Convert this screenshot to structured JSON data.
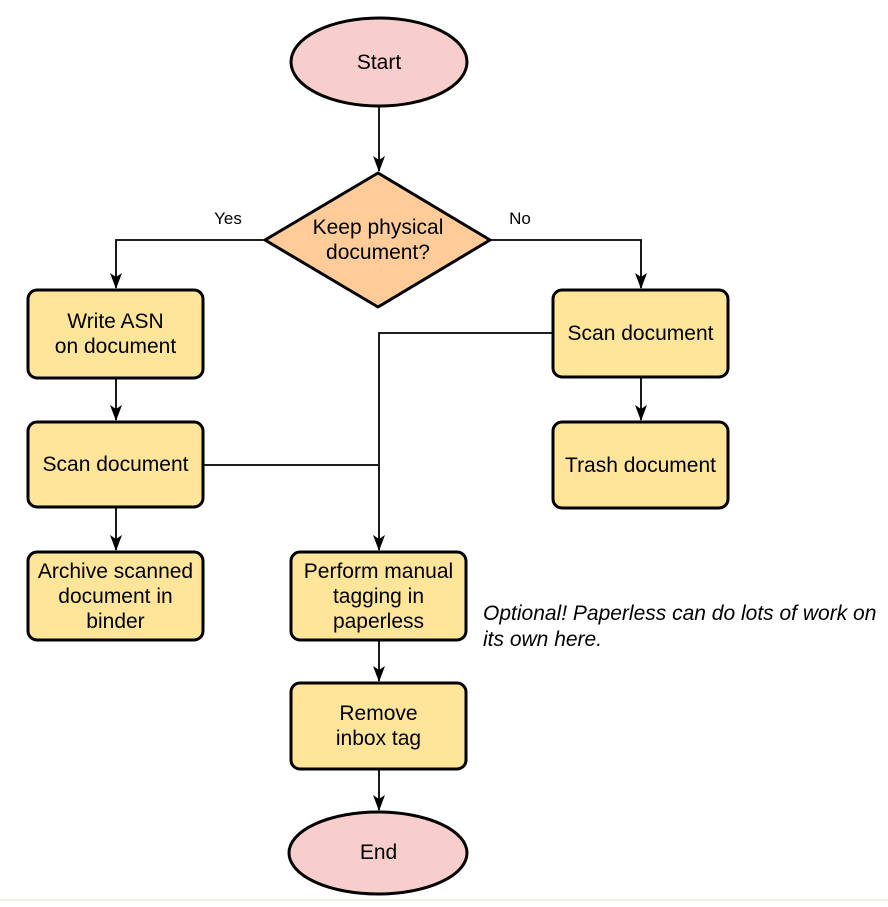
{
  "colors": {
    "terminal_fill": "#f8cecc",
    "decision_fill": "#ffcc99",
    "process_fill": "#ffe599",
    "stroke": "#000000"
  },
  "nodes": {
    "start": {
      "label": "Start"
    },
    "decision": {
      "label": "Keep physical\ndocument?"
    },
    "write_asn": {
      "label": "Write ASN\non document"
    },
    "scan_left": {
      "label": "Scan document"
    },
    "archive": {
      "label": "Archive scanned\ndocument in\nbinder"
    },
    "scan_right": {
      "label": "Scan document"
    },
    "trash": {
      "label": "Trash document"
    },
    "tagging": {
      "label": "Perform manual\ntagging in\npaperless"
    },
    "remove_inbox": {
      "label": "Remove\ninbox tag"
    },
    "end": {
      "label": "End"
    }
  },
  "edges": {
    "yes_label": "Yes",
    "no_label": "No"
  },
  "annotation": {
    "text": "Optional! Paperless can do lots of work on\nits own here."
  }
}
